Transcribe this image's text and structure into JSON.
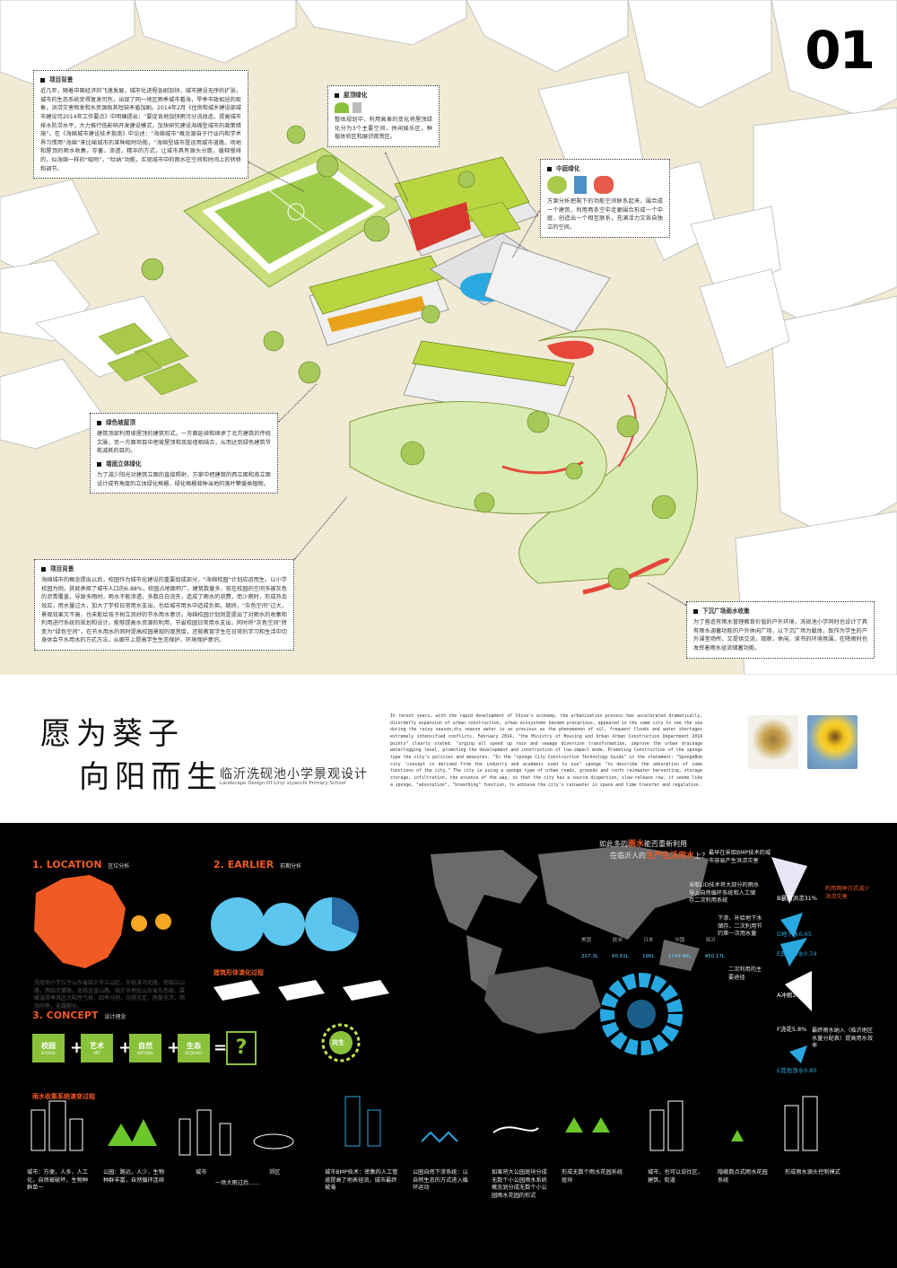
{
  "page_number": "01",
  "notes": {
    "background": {
      "title": "项目背景",
      "text": "近几年，随着中国经济的飞速发展，城市化进程急剧加快，城市建设无序的扩张，城市的生态系统变得复发可危，出现了同一地区雨季城市看海，旱季市政如迫的现象，洪涝灾害频发和水资源极其短缺矛盾加剧。2014年2月《住房和城乡建设部城市建设司2014年工作要点》中明确提出：“要促各地加快雨污分流改造，提高城市排水防涝水平，大力推行低影响开发建设模式，加快研究建设海绵型城市的政策措施”。在《海绵城市建设技术指南》中论述：“海绵城市”概念源自于行业内和学术界习惯用“海绵”来比喻城市的某种吸附功能，“海绵型城市是运用城市道路，场地和屋顶的雨水收集，存蓄，渗透，精华的方式，让城市具有源头分散，缓释慢排的，似海绵一样的“吸附”，“吐纳”功能，实现城市中的雨水在空间和时间上的转移和调节。"
    },
    "roof": {
      "title": "屋顶绿化",
      "text": "整体规划中，利用高差的变化将屋顶绿化分为3个主要空间，休闲娱乐区，种植体验区和展识观赏区。"
    },
    "courtyard": {
      "title": "中庭绿化",
      "text": "方案分析把剩下的功能空间联系起来，围合成一个建筑，利用两条空中走廊围合形成一个中庭，创造出一个相互联系，充满活力又各自独立的空间。"
    },
    "slope": {
      "title": "绿色坡屋顶",
      "text": "建筑顶部利用坡屋顶的建筑形式，一方面延续和继承了北方建筑的传统文脉，另一方面项目中把坡屋顶和双层墙相结合，从而达到绿色建筑节能减耗的目的。",
      "title2": "墙面立体绿化",
      "text2": "为了减少阳光对建筑立面的直接照射，方案中把建筑的西立面和南立面设计成有角度的立体绿化格栅，绿化格栅栽种当地的落叶攀援类植物。"
    },
    "background2": {
      "title": "项目背景",
      "text": "海绵城市的概念提出以后，校园作为城市化建设的重要组成部分，“海绵校园”计划应运而生。以小学校园为例，其就承担了城市人口的6.88%，校园占地面积广，建筑数量多，现在校园的空间多被灰色的沥青覆盖，导致多雨时，雨水不能渗透，多数白白流失，造成了雨水的浪费，而少雨时，形成热岛效应，用水量过大，加大了学校日常用水支出，也给城市用水中造成负担。期间，“灰色空间”过大，景观效果欠不高，也未能给孩子树立良好的节水用水意识。海绵校园计划则是提出了对雨水的收集和利用进行系统的规划和设计，能够提高水资源的利用，节省校园日常用水支出，同时将“灰色空间”转变为“绿色空间”，在节水用水的同时提高校园景观的观赏度，还能教育学生在日常的学习和生活中切身体会节水用水的方式方法，从细节上提高学生生态保护、环境保护意识。"
    },
    "plaza": {
      "title": "下沉广场雨水收集",
      "text": "为了营造有雨水管理教育价值的户外环境，洗砚池小学同时也设计了具有雨水调蓄功能的户外休闲广场，以下沉广场为载体，既作为学生的户外课堂场所，又提供交流，观察，休闲，读书的环境氛围，在降雨时也发挥着雨水径流储蓄功能。"
    }
  },
  "title": {
    "line1": "愿为葵子",
    "line2": "向阳而生",
    "cn_sub": "临沂洗砚池小学景观设计",
    "en_sub": "Landscape Design Of Linyi xiyanchi Primary School",
    "abstract": "In recent years, with the rapid development of China's economy, the urbanization process has accelerated dramatically, disorderly expansion of urban construction, urban ecosystems become precarious, appeared in the same city to see the sea during the rainy season,dry season water is as precious as the phenomenon of oil, frequent floods and water shortages extremely intensified conflicts. February 2014, \"the Ministry of Housing and Urban Urban Construction Department 2014 points\" clearly stated: \"urging all speed up rain and sewage diversion transformation, improve the urban drainage waterlogging level, promoting the development and construction of low-impact mode. Promoting Construction of the sponge type the city's policies and measures. \"In the \"sponge City Construction Technology Guide\" in the statement: \"SpongeBob city 'concept is derived from the industry and academic used to use\" sponge \"to describe the adsorption of some functions of the city.\" The city is using a sponge type of urban roads, grounds and roofs rainwater harvesting, storage storage, infiltration, the essence of the way, so that the city has a source dispersion, slow-release row, it seems like a sponge, \"adsorption\", \"breathing\" function, to achieve the city's rainwater in space and time transfer and regulation."
  },
  "analysis": {
    "location": {
      "num": "1.",
      "label": "LOCATION",
      "cn": "区位分析",
      "text": "洗砚池小学位于山东省临沂市兰山区，东临涑河北路，南临兰山路，西临沂蒙路，北临金雀山路。临沂市地处山东省东南部，属暖温带季风区大陆性气候，四季分明，光照充足，雨量充沛，雨热同季，无霜期长。"
    },
    "earlier": {
      "num": "2.",
      "label": "EARLIER",
      "cn": "前期分析",
      "sub": "建筑形体演化过程"
    },
    "concept": {
      "num": "3.",
      "label": "CONCEPT",
      "cn": "设计理念",
      "boxes": [
        {
          "cn": "校园",
          "en": "SCHOOL"
        },
        {
          "cn": "艺术",
          "en": "ART"
        },
        {
          "cn": "自然",
          "en": "NATURAL"
        },
        {
          "cn": "生态",
          "en": "ECOLOGY"
        }
      ],
      "result": "?",
      "center": "共生"
    },
    "water_q1": "如此多的",
    "water_q2": "雨水",
    "water_q3": "能否重新利用",
    "water_q4": "在临沂人的",
    "water_q5": "生产生活用水",
    "water_q6": "上？",
    "bars": {
      "labels": [
        "美国",
        "欧洲",
        "日本",
        "中国",
        "临沂"
      ],
      "values": [
        "227.3L",
        "60.01L",
        "190L",
        "1149.86L",
        "450.17L"
      ]
    },
    "bmp_text": "最早在采取BMP技术的城市容易产生洪涝灾害",
    "lid_text": "采取LID技术将大部分的雨水导入自然循环系统和人工储存二次利用系统",
    "approach": "利用两种方式减少洪涝灾害",
    "routes": "下渗、补给地下水储存、二次利用节约第一次用水量",
    "secondary": "二次利用的主要途径",
    "final": "最终雨水纳入（临沂地区水量分配表）提高用水效率",
    "pcts": [
      "B暴雨洪涝31%",
      "D地下水0.65",
      "E其他净水0.74",
      "A冲厕29.1%",
      "F浇花5.8%",
      "E其他净水0.80"
    ],
    "evolution_title": "雨水收集系统演变过程",
    "evolution": [
      "城市：方便，人多，人工化，自然被破坏，生物种群单一",
      "公园：路远，人少，生物种群丰富，自然循环连续",
      "城市",
      "郊区",
      "一场大雨过后……",
      "城市BMP技术：密集的人工管道提高了地表径流，城市最终被淹",
      "公园自然下渗系统：以自然生态的方式进入循环运动",
      "如果将大公园斑块分成无数个小公园雨水系统概念划分成无数个小公园雨水花园的形式",
      "形成无数个雨水花园系统斑块",
      "城市，也可以说社区，建筑，街道",
      "隐蔽数点式雨水花园系统",
      "形成雨水源头控制模式"
    ]
  },
  "colors": {
    "accent": "#f05a24",
    "roof_green": "#b9d640",
    "sand": "#f1ead4",
    "blue": "#29a9e1"
  }
}
